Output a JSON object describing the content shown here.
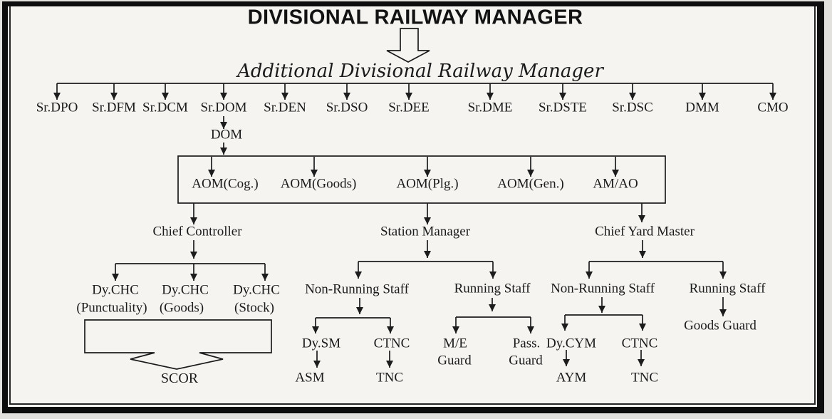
{
  "title": "DIVISIONAL RAILWAY MANAGER",
  "subtitle": "Additional Divisional Railway Manager",
  "colors": {
    "ink": "#1c1c1c",
    "paper": "#f5f4f1",
    "frame": "#0d0d0d"
  },
  "top_officers": [
    "Sr.DPO",
    "Sr.DFM",
    "Sr.DCM",
    "Sr.DOM",
    "Sr.DEN",
    "Sr.DSO",
    "Sr.DEE",
    "Sr.DME",
    "Sr.DSTE",
    "Sr.DSC",
    "DMM",
    "CMO"
  ],
  "dom_label": "DOM",
  "aom_officers": [
    "AOM(Cog.)",
    "AOM(Goods)",
    "AOM(Plg.)",
    "AOM(Gen.)",
    "AM/AO"
  ],
  "controller": {
    "head": "Chief Controller",
    "deputies": [
      {
        "label": "Dy.CHC",
        "sub": "(Punctuality)"
      },
      {
        "label": "Dy.CHC",
        "sub": "(Goods)"
      },
      {
        "label": "Dy.CHC",
        "sub": "(Stock)"
      }
    ],
    "merge_target": "SCOR"
  },
  "station": {
    "head": "Station Manager",
    "non_running": {
      "label": "Non-Running Staff",
      "children": [
        {
          "label": "Dy.SM",
          "child": "ASM"
        },
        {
          "label": "CTNC",
          "child": "TNC"
        }
      ]
    },
    "running": {
      "label": "Running Staff",
      "children": [
        {
          "line1": "M/E",
          "line2": "Guard"
        },
        {
          "line1": "Pass.",
          "line2": "Guard"
        }
      ]
    }
  },
  "yard": {
    "head": "Chief Yard Master",
    "non_running": {
      "label": "Non-Running Staff",
      "children": [
        {
          "label": "Dy.CYM",
          "child": "AYM"
        },
        {
          "label": "CTNC",
          "child": "TNC"
        }
      ]
    },
    "running": {
      "label": "Running Staff",
      "child": "Goods Guard"
    }
  }
}
